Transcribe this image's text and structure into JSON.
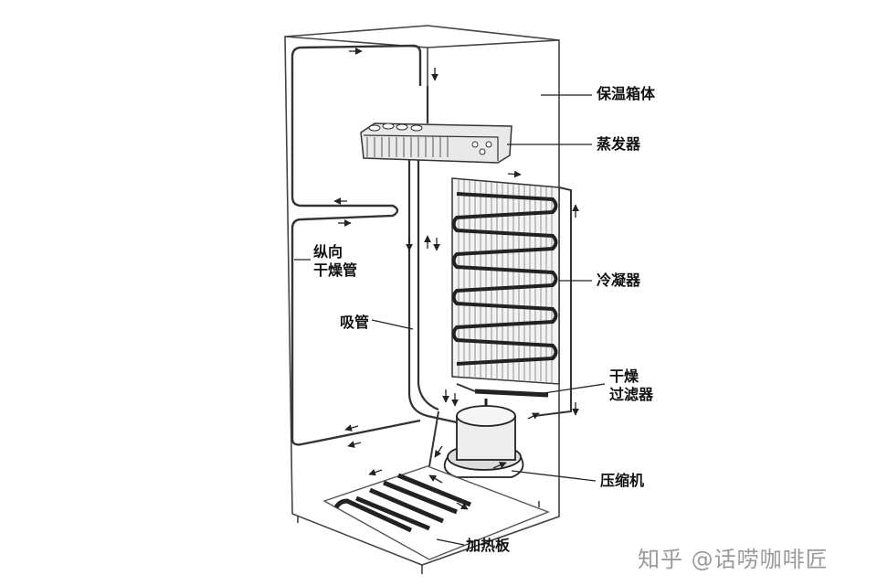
{
  "labels": {
    "cabinet": "保温箱体",
    "evaporator": "蒸发器",
    "condenser": "冷凝器",
    "longitudinal_dryer": "纵向\n干燥管",
    "suction_pipe": "吸管",
    "dryer_filter": "干燥\n过滤器",
    "compressor": "压缩机",
    "heating_plate": "加热板"
  },
  "watermark": {
    "site": "知乎",
    "author": "@话唠咖啡匠"
  }
}
